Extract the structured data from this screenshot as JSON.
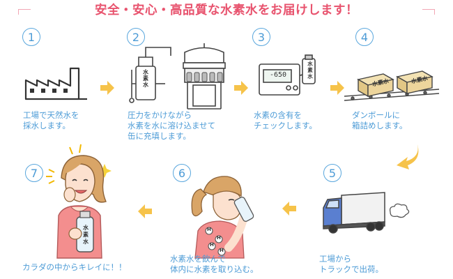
{
  "title": "安全・安心・高品質な水素水をお届けします！",
  "steps": [
    {
      "number": "1",
      "caption": "工場で天然水を\n採水します。"
    },
    {
      "number": "2",
      "caption": "圧力をかけながら\n水素を水に溶け込ませて\n缶に充填します。",
      "tank_label": "水\n素\n水"
    },
    {
      "number": "3",
      "caption": "水素の含有を\nチェックします。",
      "meter_reading": "-650",
      "bottle_label": "水\n素\n水"
    },
    {
      "number": "4",
      "caption": "ダンボールに\n箱詰めします。",
      "box_label": "水素水"
    },
    {
      "number": "5",
      "caption": "工場から\nトラックで出荷。"
    },
    {
      "number": "6",
      "caption": "水素水を飲んで\n体内に水素を取り込む。",
      "bubble_letter": "H"
    },
    {
      "number": "7",
      "caption": "カラダの中からキレイに！！",
      "bottle_label": "水\n素\n水"
    }
  ],
  "colors": {
    "title": "#e8536e",
    "step_blue": "#4c9bd6",
    "arrow_yellow": "#f6c34a"
  }
}
